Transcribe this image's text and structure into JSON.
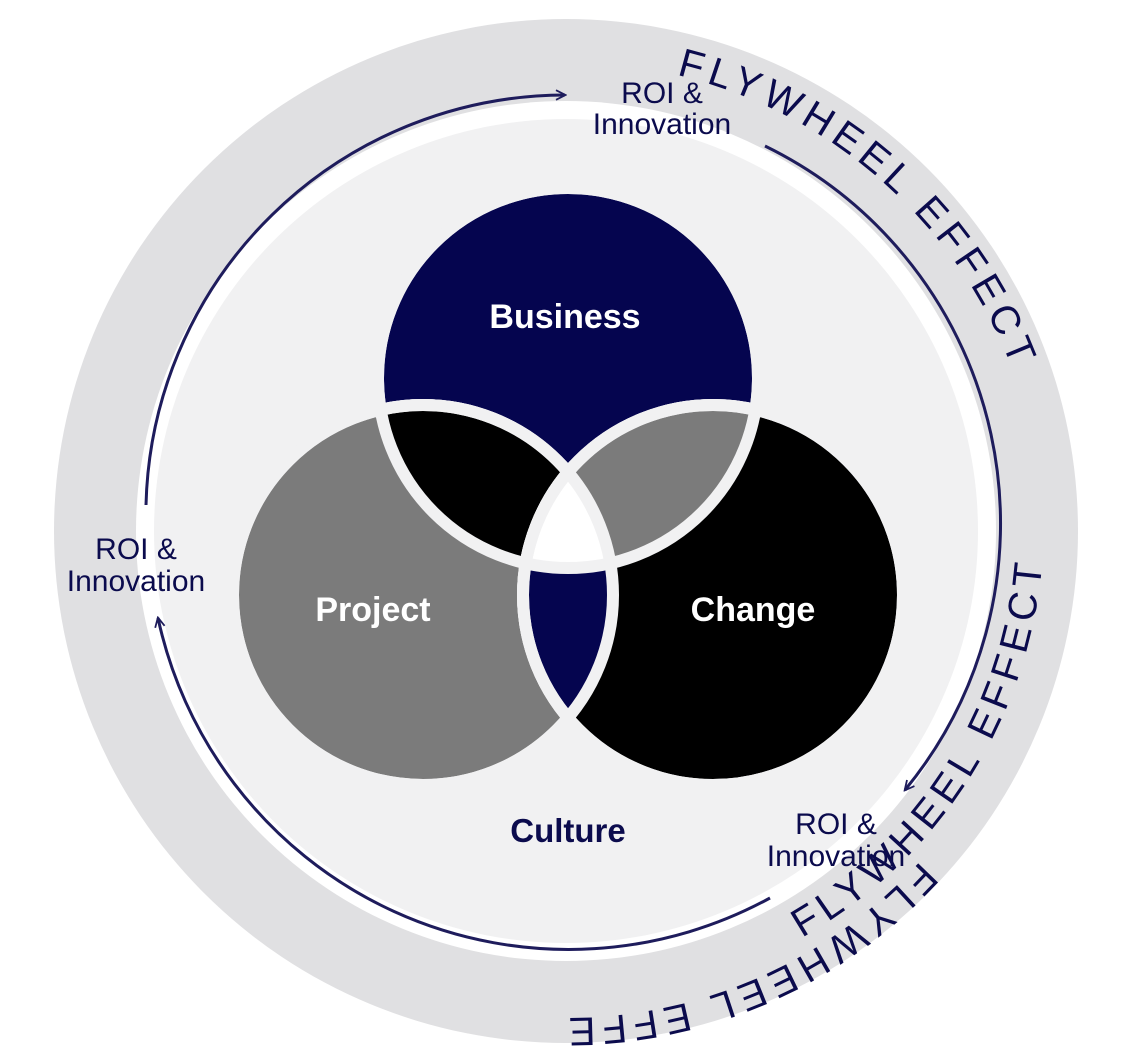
{
  "colors": {
    "outer_ring": "#e0e0e2",
    "inner_disc": "#f1f1f2",
    "navy": "#05054f",
    "gray": "#7b7b7b",
    "black": "#000000",
    "white": "#ffffff",
    "arrow": "#1e1c5c",
    "text_dark": "#0b0b4d"
  },
  "ring_labels": {
    "top_left": "FLYWHEEL EFFECT",
    "right": "FLYWHEEL EFFECT",
    "bottom": "FLYWHEEL EFFECT"
  },
  "roi_labels": {
    "top": {
      "line1": "ROI &",
      "line2": "Innovation"
    },
    "left": {
      "line1": "ROI &",
      "line2": "Innovation"
    },
    "bottom_right": {
      "line1": "ROI &",
      "line2": "Innovation"
    }
  },
  "circles": {
    "business": "Business",
    "project": "Project",
    "change": "Change"
  },
  "culture": "Culture",
  "icons": [
    "flywheel-arrow-icon"
  ]
}
